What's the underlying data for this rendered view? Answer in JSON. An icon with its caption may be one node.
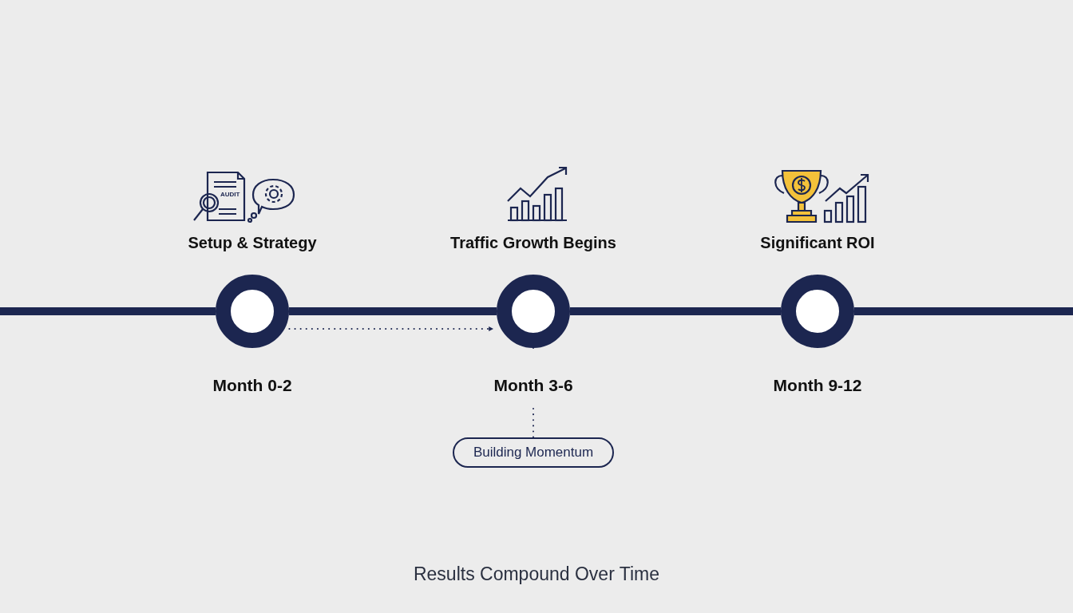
{
  "diagram": {
    "caption": "Results Compound Over Time",
    "nodes": [
      {
        "text": [
          "Setup & Strategy",
          "Month 0-2"
        ]
      },
      {
        "text": [
          "Traffic Growth Begins",
          "Month 3-6"
        ]
      },
      {
        "text": [
          "Significant ROI",
          "Month 9-12"
        ]
      },
      {
        "text": [
          "Building Momentum"
        ]
      }
    ],
    "edges": [
      {
        "from": null,
        "to": 0,
        "arrow": "none"
      },
      {
        "from": 0,
        "to": 1,
        "arrow": "none"
      },
      {
        "from": 1,
        "to": 2,
        "arrow": "none"
      },
      {
        "from": 2,
        "to": null,
        "arrow": "none"
      },
      {
        "from": 0,
        "to": 1,
        "arrow": "to",
        "style": "dashed"
      },
      {
        "from": 1,
        "to": 3,
        "arrow": "none",
        "style": "dashed"
      }
    ],
    "labels": [
      "AUDIT"
    ]
  }
}
